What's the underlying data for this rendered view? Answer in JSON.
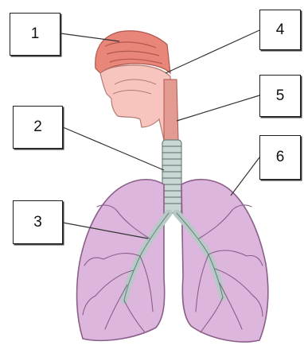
{
  "diagram": {
    "labels": [
      {
        "id": "1",
        "text": "1"
      },
      {
        "id": "2",
        "text": "2"
      },
      {
        "id": "3",
        "text": "3"
      },
      {
        "id": "4",
        "text": "4"
      },
      {
        "id": "5",
        "text": "5"
      },
      {
        "id": "6",
        "text": "6"
      }
    ],
    "colors": {
      "nasal_cavity": "#e8867a",
      "mouth_throat": "#f7c5bd",
      "trachea_rings": "#b9c8c6",
      "lung_fill": "#dcb6dc",
      "lung_outline": "#8a5f8a",
      "bronchi": "#b6c9c6",
      "leader_line": "#333333"
    }
  }
}
